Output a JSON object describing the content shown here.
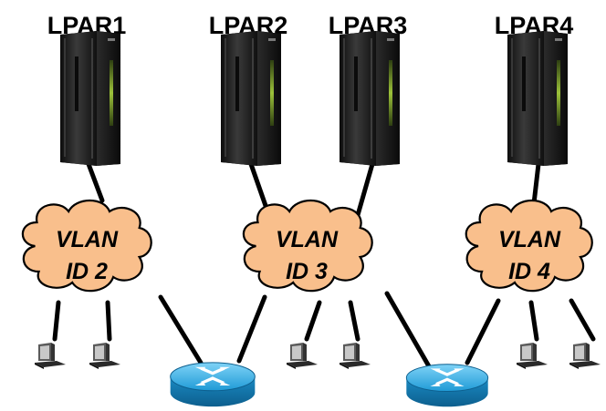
{
  "lpars": [
    {
      "label": "LPAR1"
    },
    {
      "label": "LPAR2"
    },
    {
      "label": "LPAR3"
    },
    {
      "label": "LPAR4"
    }
  ],
  "vlans": [
    {
      "line1": "VLAN",
      "line2": "ID 2"
    },
    {
      "line1": "VLAN",
      "line2": "ID 3"
    },
    {
      "line1": "VLAN",
      "line2": "ID 4"
    }
  ],
  "colors": {
    "cloud_fill": "#f9bf8c",
    "router_fill": "#29a8e0",
    "server_body": "#1b1b1b",
    "server_accent": "#9cc23a",
    "link": "#000000"
  },
  "icons": {
    "server": "mainframe-server-icon",
    "router": "router-icon",
    "workstation": "workstation-icon",
    "network": "cloud-icon"
  }
}
